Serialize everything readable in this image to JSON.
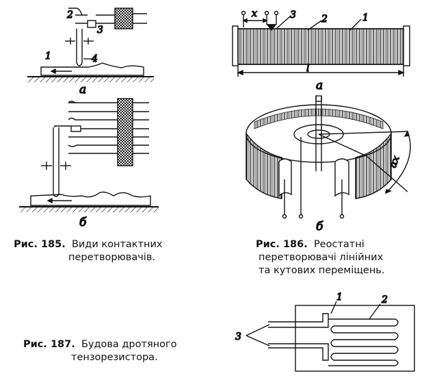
{
  "fig185": {
    "caption_num": "Рис. 185.",
    "caption_rest": "Види контактних",
    "caption_line2": "перетворювачів.",
    "labels": {
      "n1": "1",
      "n2": "2",
      "n3": "3",
      "n4": "4",
      "a": "а",
      "b": "б"
    }
  },
  "fig186": {
    "caption_num": "Рис. 186.",
    "caption_rest": "Реостатні",
    "caption_line2": "перетворювачі лінійних",
    "caption_line3": "та кутових переміщень.",
    "labels": {
      "x": "x",
      "n1": "1",
      "n2": "2",
      "n3": "3",
      "l": "l",
      "a": "а",
      "b": "б",
      "alpha": "αx"
    }
  },
  "fig187": {
    "caption_num": "Рис. 187.",
    "caption_rest": "Будова дротяного",
    "caption_line2": "тензорезистора.",
    "labels": {
      "n1": "1",
      "n2": "2",
      "n3": "3"
    }
  }
}
